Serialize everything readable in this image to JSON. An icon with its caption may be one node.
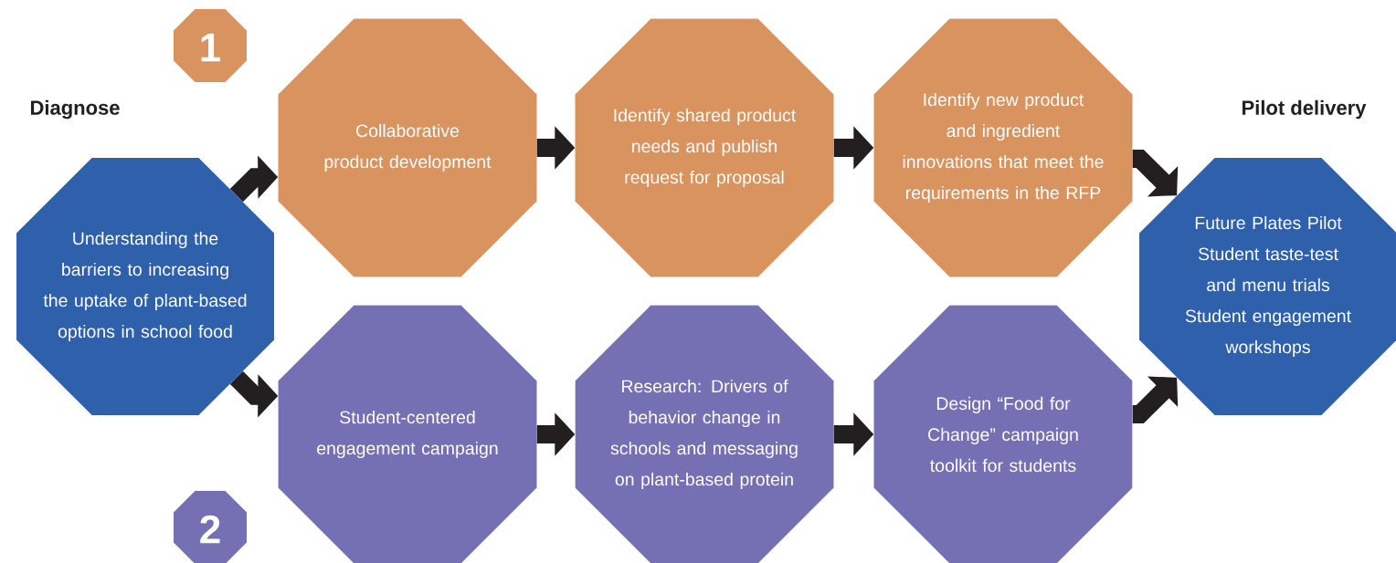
{
  "diagram": {
    "nodes": [
      {
        "text": [
          "1"
        ]
      },
      {
        "text": [
          "Diagnose",
          "Understanding the barriers to increasing the uptake of plant-based options in school food"
        ]
      },
      {
        "text": [
          "Collaborative product development"
        ]
      },
      {
        "text": [
          "Identify shared product needs and publish request for proposal"
        ]
      },
      {
        "text": [
          "Identify new product and ingredient innovations that meet the requirements in the RFP"
        ]
      },
      {
        "text": [
          "Pilot delivery",
          "Future Plates Pilot",
          "Student taste-test and menu trials",
          "Student engagement workshops"
        ]
      },
      {
        "text": [
          "Student-centered engagement campaign"
        ]
      },
      {
        "text": [
          "Research: Drivers of behavior change in schools and messaging on plant-based protein"
        ]
      },
      {
        "text": [
          "Design “Food for Change” campaign toolkit for students"
        ]
      },
      {
        "text": [
          "2"
        ]
      }
    ],
    "edges": [
      {
        "from": 1,
        "to": 2,
        "arrow": "to"
      },
      {
        "from": 2,
        "to": 3,
        "arrow": "to"
      },
      {
        "from": 3,
        "to": 4,
        "arrow": "to"
      },
      {
        "from": 4,
        "to": 5,
        "arrow": "to"
      },
      {
        "from": 1,
        "to": 6,
        "arrow": "to"
      },
      {
        "from": 6,
        "to": 7,
        "arrow": "to"
      },
      {
        "from": 7,
        "to": 8,
        "arrow": "to"
      },
      {
        "from": 8,
        "to": 5,
        "arrow": "to"
      }
    ]
  }
}
